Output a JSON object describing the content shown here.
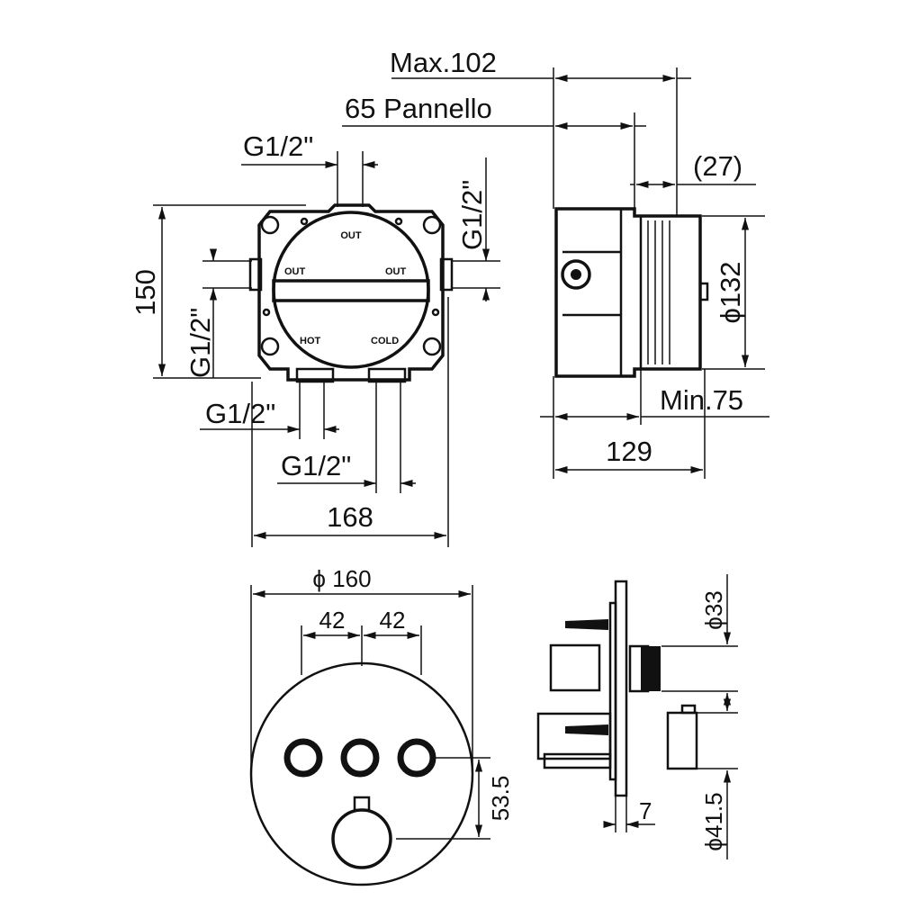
{
  "front_view": {
    "dim_height": "150",
    "dim_width": "168",
    "dim_top_connection": "G1/2\"",
    "dim_right_connection": "G1/2\"",
    "dim_left_connection": "G1/2\"",
    "dim_bottom_hot": "G1/2\"",
    "dim_bottom_cold": "G1/2\"",
    "port_top": "OUT",
    "port_left": "OUT",
    "port_right": "OUT",
    "port_hot": "HOT",
    "port_cold": "COLD"
  },
  "side_view": {
    "dim_max": "Max.102",
    "dim_panel": "65 Pannello",
    "dim_offset": "(27)",
    "dim_diameter": "ϕ132",
    "dim_min": "Min.75",
    "dim_depth": "129"
  },
  "plate_front": {
    "dim_diameter": "ϕ 160",
    "dim_spacing_left": "42",
    "dim_spacing_right": "42",
    "dim_knob_offset": "53.5"
  },
  "plate_side": {
    "dim_button_diameter": "ϕ33",
    "dim_knob_diameter": "ϕ41.5",
    "dim_plate_thickness": "7"
  }
}
